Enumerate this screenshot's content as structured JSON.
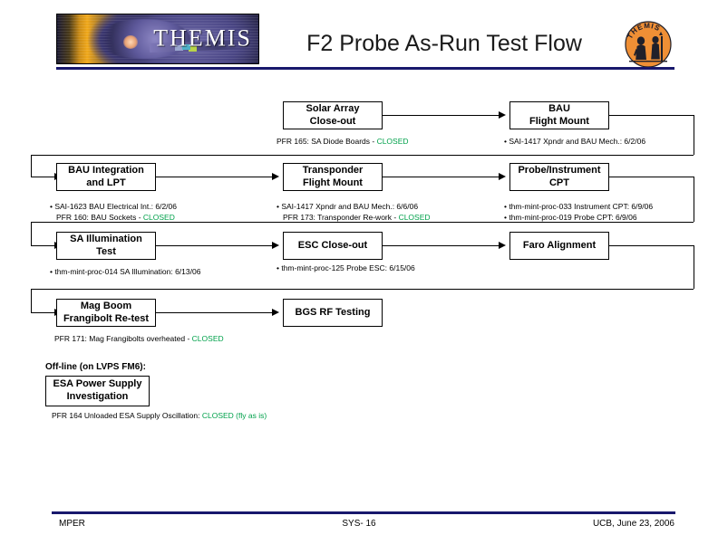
{
  "header": {
    "logo_wordmark": "THEMIS",
    "title": "F2 Probe As-Run Test Flow",
    "patch_label": "THEMIS"
  },
  "flow": {
    "nodes": [
      {
        "id": "solar-array-close-out",
        "label": "Solar Array\nClose-out"
      },
      {
        "id": "bau-flight-mount",
        "label": "BAU\nFlight Mount"
      },
      {
        "id": "bau-integration-and-lpt",
        "label": "BAU Integration\nand LPT"
      },
      {
        "id": "transponder-flight-mount",
        "label": "Transponder\nFlight Mount"
      },
      {
        "id": "probe-instrument-cpt",
        "label": "Probe/Instrument\nCPT"
      },
      {
        "id": "sa-illumination-test",
        "label": "SA Illumination\nTest"
      },
      {
        "id": "esc-close-out",
        "label": "ESC Close-out"
      },
      {
        "id": "faro-alignment",
        "label": "Faro Alignment"
      },
      {
        "id": "mag-boom-frangibolt-re-test",
        "label": "Mag Boom\nFrangibolt Re-test"
      },
      {
        "id": "bgs-rf-testing",
        "label": "BGS RF Testing"
      },
      {
        "id": "esa-power-supply-investigation",
        "label": "ESA Power Supply\nInvestigation"
      }
    ],
    "notes": {
      "solar_array": {
        "prefix": "PFR 165: SA Diode Boards - ",
        "status": "CLOSED"
      },
      "bau_flight_mount": {
        "line1": "• SAI-1417 Xpndr and BAU Mech.: 6/2/06"
      },
      "bau_integration": {
        "line1": "• SAI-1623 BAU Electrical Int.: 6/2/06",
        "line2_prefix": "PFR 160: BAU Sockets - ",
        "line2_status": "CLOSED"
      },
      "transponder": {
        "line1": "• SAI-1417 Xpndr and BAU Mech.: 6/6/06",
        "line2_prefix": "PFR 173: Transponder Re-work - ",
        "line2_status": "CLOSED"
      },
      "probe_instrument_cpt": {
        "line1": "• thm-mint-proc-033 Instrument CPT: 6/9/06",
        "line2": "• thm-mint-proc-019 Probe CPT: 6/9/06"
      },
      "sa_illumination": {
        "line1": "• thm-mint-proc-014 SA Illumination: 6/13/06"
      },
      "esc_close_out": {
        "line1": "• thm-mint-proc-125 Probe ESC: 6/15/06"
      },
      "mag_boom": {
        "prefix": "PFR 171: Mag Frangibolts overheated - ",
        "status": "CLOSED"
      },
      "esa_power_supply": {
        "prefix": "PFR 164 Unloaded ESA Supply Oscillation: ",
        "status": "CLOSED (fly as is)"
      }
    },
    "offline_label": "Off-line (on LVPS FM6):"
  },
  "footer": {
    "left": "MPER",
    "center": "SYS- 16",
    "right": "UCB, June 23, 2006"
  },
  "colors": {
    "rule": "#18186c",
    "closed_green": "#00a14b",
    "patch_orange": "#ef8f35"
  }
}
